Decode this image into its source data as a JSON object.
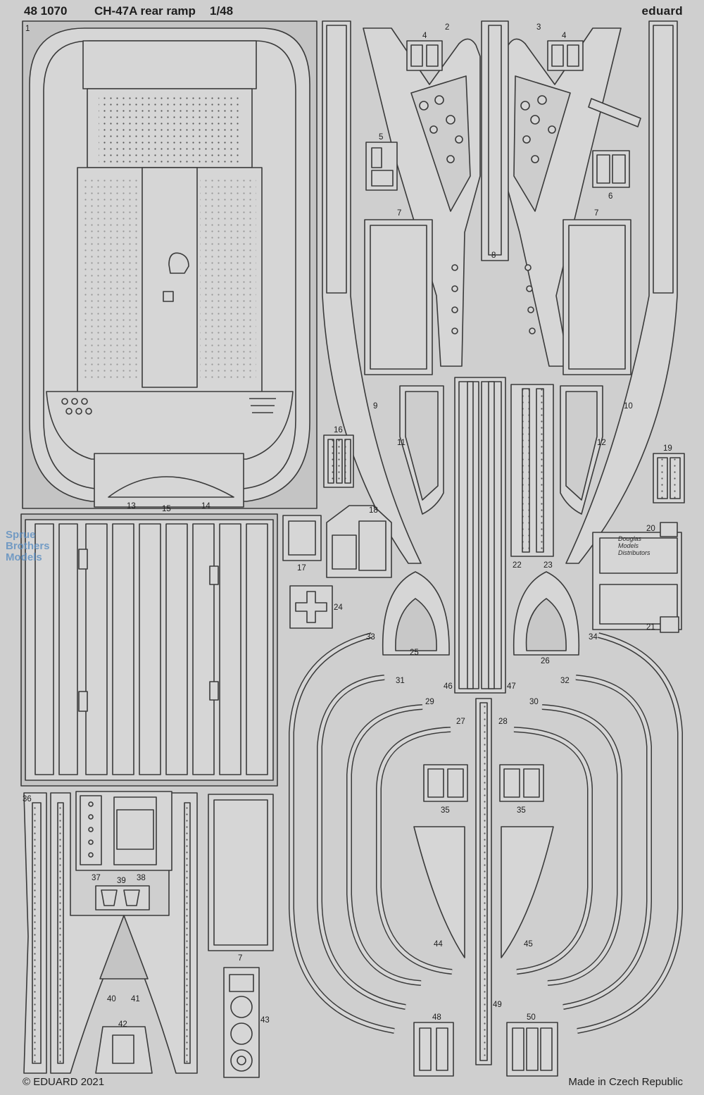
{
  "header": {
    "product_code": "48 1070",
    "title": "CH-47A rear ramp",
    "scale": "1/48",
    "brand": "eduard"
  },
  "footer": {
    "copyright": "© EDUARD 2021",
    "made_in": "Made in Czech Republic"
  },
  "watermarks": {
    "left": [
      "Sprue",
      "Brothers",
      "Models"
    ],
    "right": [
      "Douglas",
      "Models",
      "Distributors"
    ]
  },
  "part_numbers": [
    "1",
    "2",
    "3",
    "4",
    "4",
    "5",
    "6",
    "7",
    "7",
    "7",
    "8",
    "9",
    "10",
    "11",
    "12",
    "13",
    "14",
    "15",
    "16",
    "17",
    "18",
    "19",
    "20",
    "21",
    "22",
    "23",
    "24",
    "25",
    "26",
    "27",
    "28",
    "29",
    "30",
    "31",
    "32",
    "33",
    "34",
    "35",
    "35",
    "36",
    "37",
    "38",
    "39",
    "40",
    "41",
    "42",
    "43",
    "44",
    "45",
    "46",
    "47",
    "48",
    "49",
    "50"
  ],
  "colors": {
    "fret_background": "#cfcfcf",
    "part_fill": "#d6d6d6",
    "outline": "#3a3a3a",
    "text": "#1e1e1e",
    "watermark_blue": "#5b8ec1"
  }
}
